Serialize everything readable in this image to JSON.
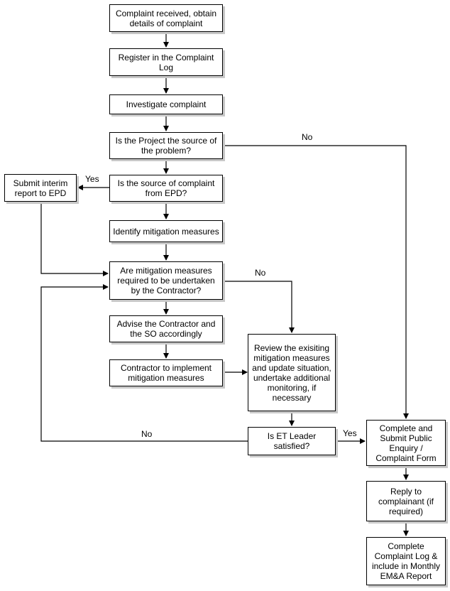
{
  "nodes": {
    "received": "Complaint received, obtain details of complaint",
    "register": "Register in the Complaint Log",
    "investigate": "Investigate complaint",
    "is_source": "Is the Project the source of the problem?",
    "is_epd": "Is the source of complaint from EPD?",
    "interim": "Submit interim report to EPD",
    "identify": "Identify mitigation measures",
    "mitigation_required": "Are mitigation measures required to be undertaken by the Contractor?",
    "advise": "Advise the Contractor and the SO accordingly",
    "implement": "Contractor to implement mitigation measures",
    "review": "Review the exisiting mitigation measures and update situation, undertake additional monitoring, if necessary",
    "et_satisfied": "Is ET Leader satisfied?",
    "complete_form": "Complete and Submit Public Enquiry / Complaint Form",
    "reply": "Reply to complainant (if required)",
    "complete_log": "Complete Complaint Log & include in Monthly EM&A Report"
  },
  "labels": {
    "no_source": "No",
    "yes_epd": "Yes",
    "no_mitigation": "No",
    "no_et": "No",
    "yes_et": "Yes"
  }
}
